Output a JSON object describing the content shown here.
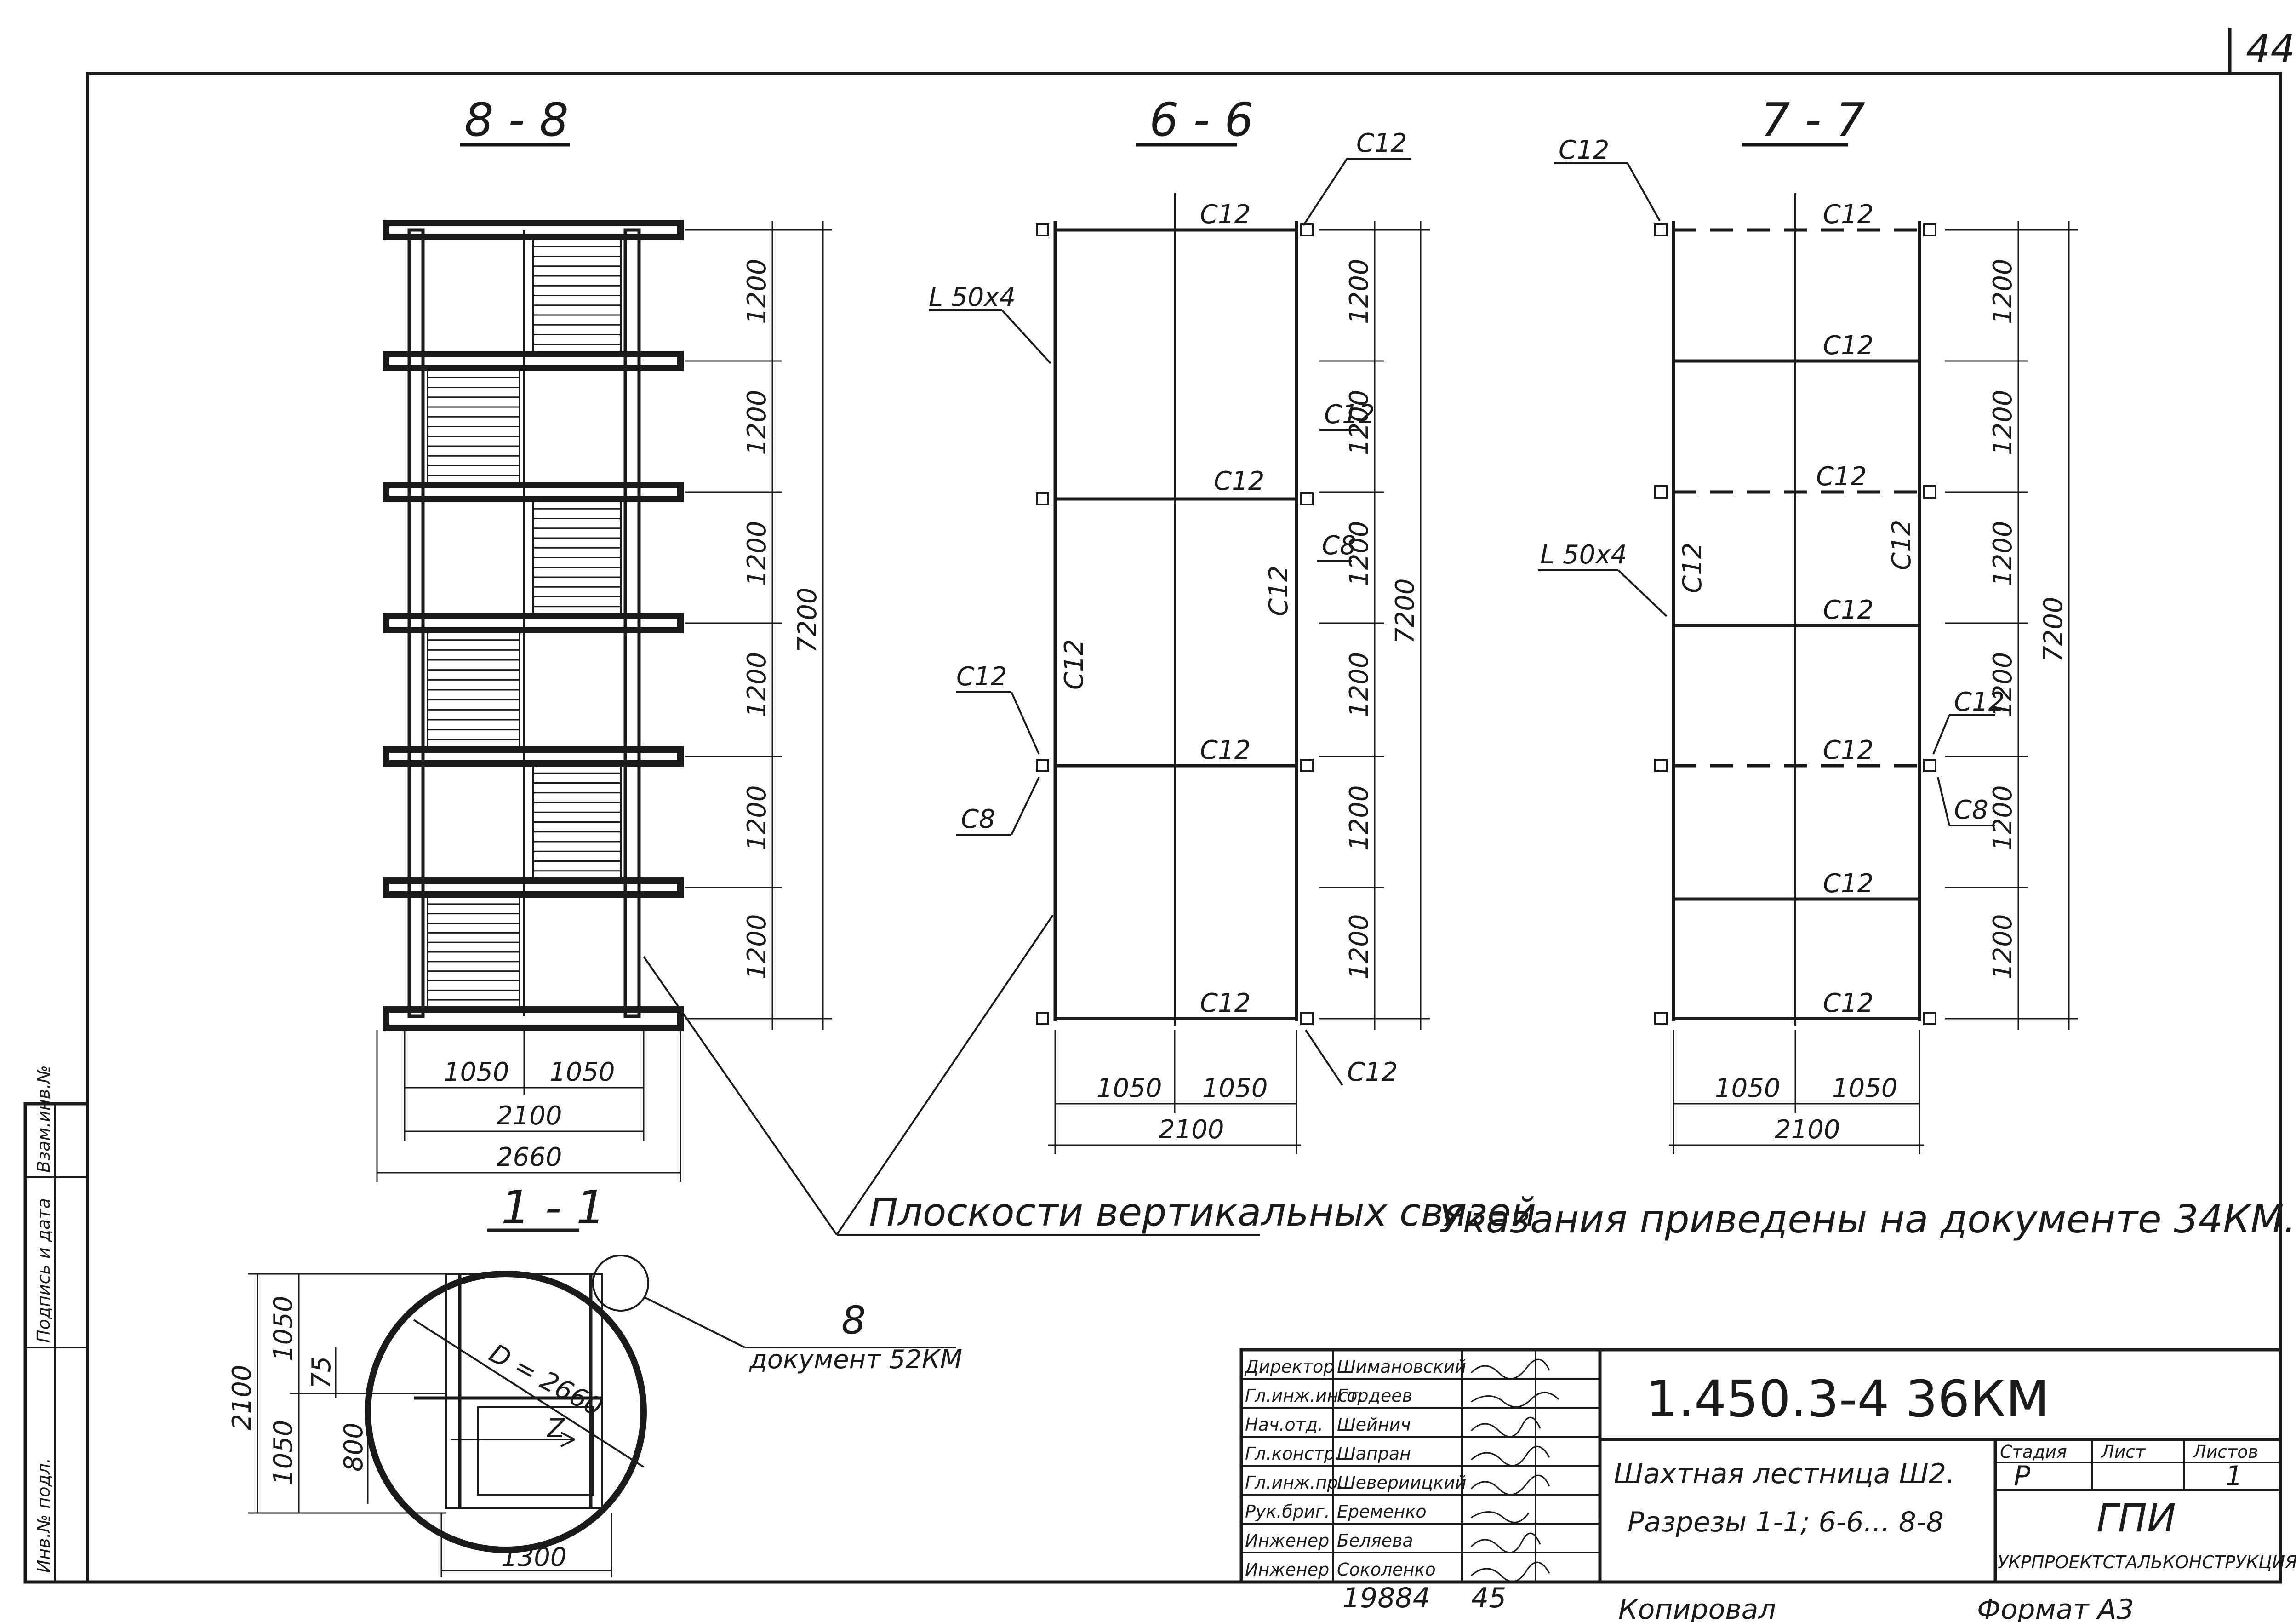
{
  "sheet": {
    "page_number": "44",
    "bottom_numbers": [
      "19884",
      "45"
    ],
    "copied_by": "Копировал",
    "format": "Формат А3"
  },
  "section_8_8": {
    "title": "8 - 8",
    "heights": [
      "1200",
      "1200",
      "1200",
      "1200",
      "1200",
      "1200"
    ],
    "total_height": "7200",
    "widths": [
      "1050",
      "1050"
    ],
    "width_total": "2100",
    "outer_width": "2660"
  },
  "section_6_6": {
    "title": "6 - 6",
    "labels": {
      "c12": "C12",
      "c8": "C8",
      "angle": "L 50x4"
    },
    "heights": [
      "1200",
      "1200",
      "1200",
      "1200",
      "1200",
      "1200"
    ],
    "total_height": "7200",
    "widths": [
      "1050",
      "1050"
    ],
    "width_total": "2100"
  },
  "section_7_7": {
    "title": "7 - 7",
    "heights": [
      "1200",
      "1200",
      "1200",
      "1200",
      "1200",
      "1200"
    ],
    "total_height": "7200",
    "widths": [
      "1050",
      "1050"
    ],
    "width_total": "2100"
  },
  "section_1_1": {
    "title": "1 - 1",
    "diameter": "D = 2660",
    "dims": [
      "1050",
      "1050",
      "2100",
      "75",
      "800",
      "1300"
    ],
    "callout_number": "8",
    "callout_doc": "документ 52КМ",
    "z_label": "Z"
  },
  "notes": {
    "bracing": "Плоскости вертикальных связей",
    "instructions": "Указания приведены на документе 34КМ."
  },
  "side_stamp": [
    "Инв.№ подл.",
    "Подпись и дата",
    "Взам.инв.№"
  ],
  "title_block": {
    "code": "1.450.3-4 36КМ",
    "name_line1": "Шахтная лестница Ш2.",
    "name_line2": "Разрезы 1-1; 6-6... 8-8",
    "stage_header": "Стадия",
    "sheet_header": "Лист",
    "sheets_header": "Листов",
    "stage": "Р",
    "sheets": "1",
    "org1": "ГПИ",
    "org2": "УКРПРОЕКТСТАЛЬКОНСТРУКЦИЯ",
    "people": [
      {
        "role": "Директор",
        "name": "Шимановский"
      },
      {
        "role": "Гл.инж.инст.",
        "name": "Гордеев"
      },
      {
        "role": "Нач.отд.",
        "name": "Шейнич"
      },
      {
        "role": "Гл.констр.",
        "name": "Шапран"
      },
      {
        "role": "Гл.инж.пр.",
        "name": "Шевериицкий"
      },
      {
        "role": "Рук.бриг.",
        "name": "Еременко"
      },
      {
        "role": "Инженер",
        "name": "Беляева"
      },
      {
        "role": "Инженер",
        "name": "Соколенко"
      }
    ]
  }
}
